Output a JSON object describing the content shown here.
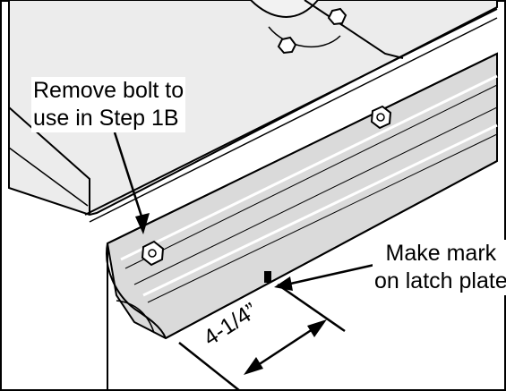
{
  "callouts": {
    "remove_bolt_line1": "Remove bolt to",
    "remove_bolt_line2": "use in Step 1B",
    "make_mark_line1": "Make mark",
    "make_mark_line2": "on latch plate"
  },
  "dimension": {
    "label": "4-1/4”"
  },
  "colors": {
    "line": "#000000",
    "panel_shade": "#e6e6e6",
    "plate_shade": "#d4d4d4",
    "background": "#ffffff"
  }
}
